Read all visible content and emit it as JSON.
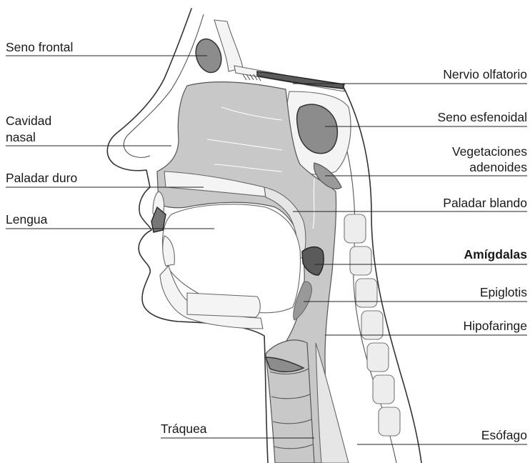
{
  "labels": {
    "seno_frontal": "Seno frontal",
    "nervio_olfatorio": "Nervio olfatorio",
    "cavidad_nasal_1": "Cavidad",
    "cavidad_nasal_2": "nasal",
    "seno_esfenoidal": "Seno esfenoidal",
    "vegetaciones_1": "Vegetaciones",
    "vegetaciones_2": "adenoides",
    "paladar_duro": "Paladar duro",
    "paladar_blando": "Paladar blando",
    "lengua": "Lengua",
    "amigdalas": "Amígdalas",
    "epiglotis": "Epiglotis",
    "hipofaringe": "Hipofaringe",
    "traquea": "Tráquea",
    "esofago": "Esófago"
  },
  "colors": {
    "cavity": "#c8c8c8",
    "sinus": "#8c8c8c",
    "bone": "#f4f4f4",
    "outline": "#333333",
    "highlight": "#5a5a5a"
  }
}
